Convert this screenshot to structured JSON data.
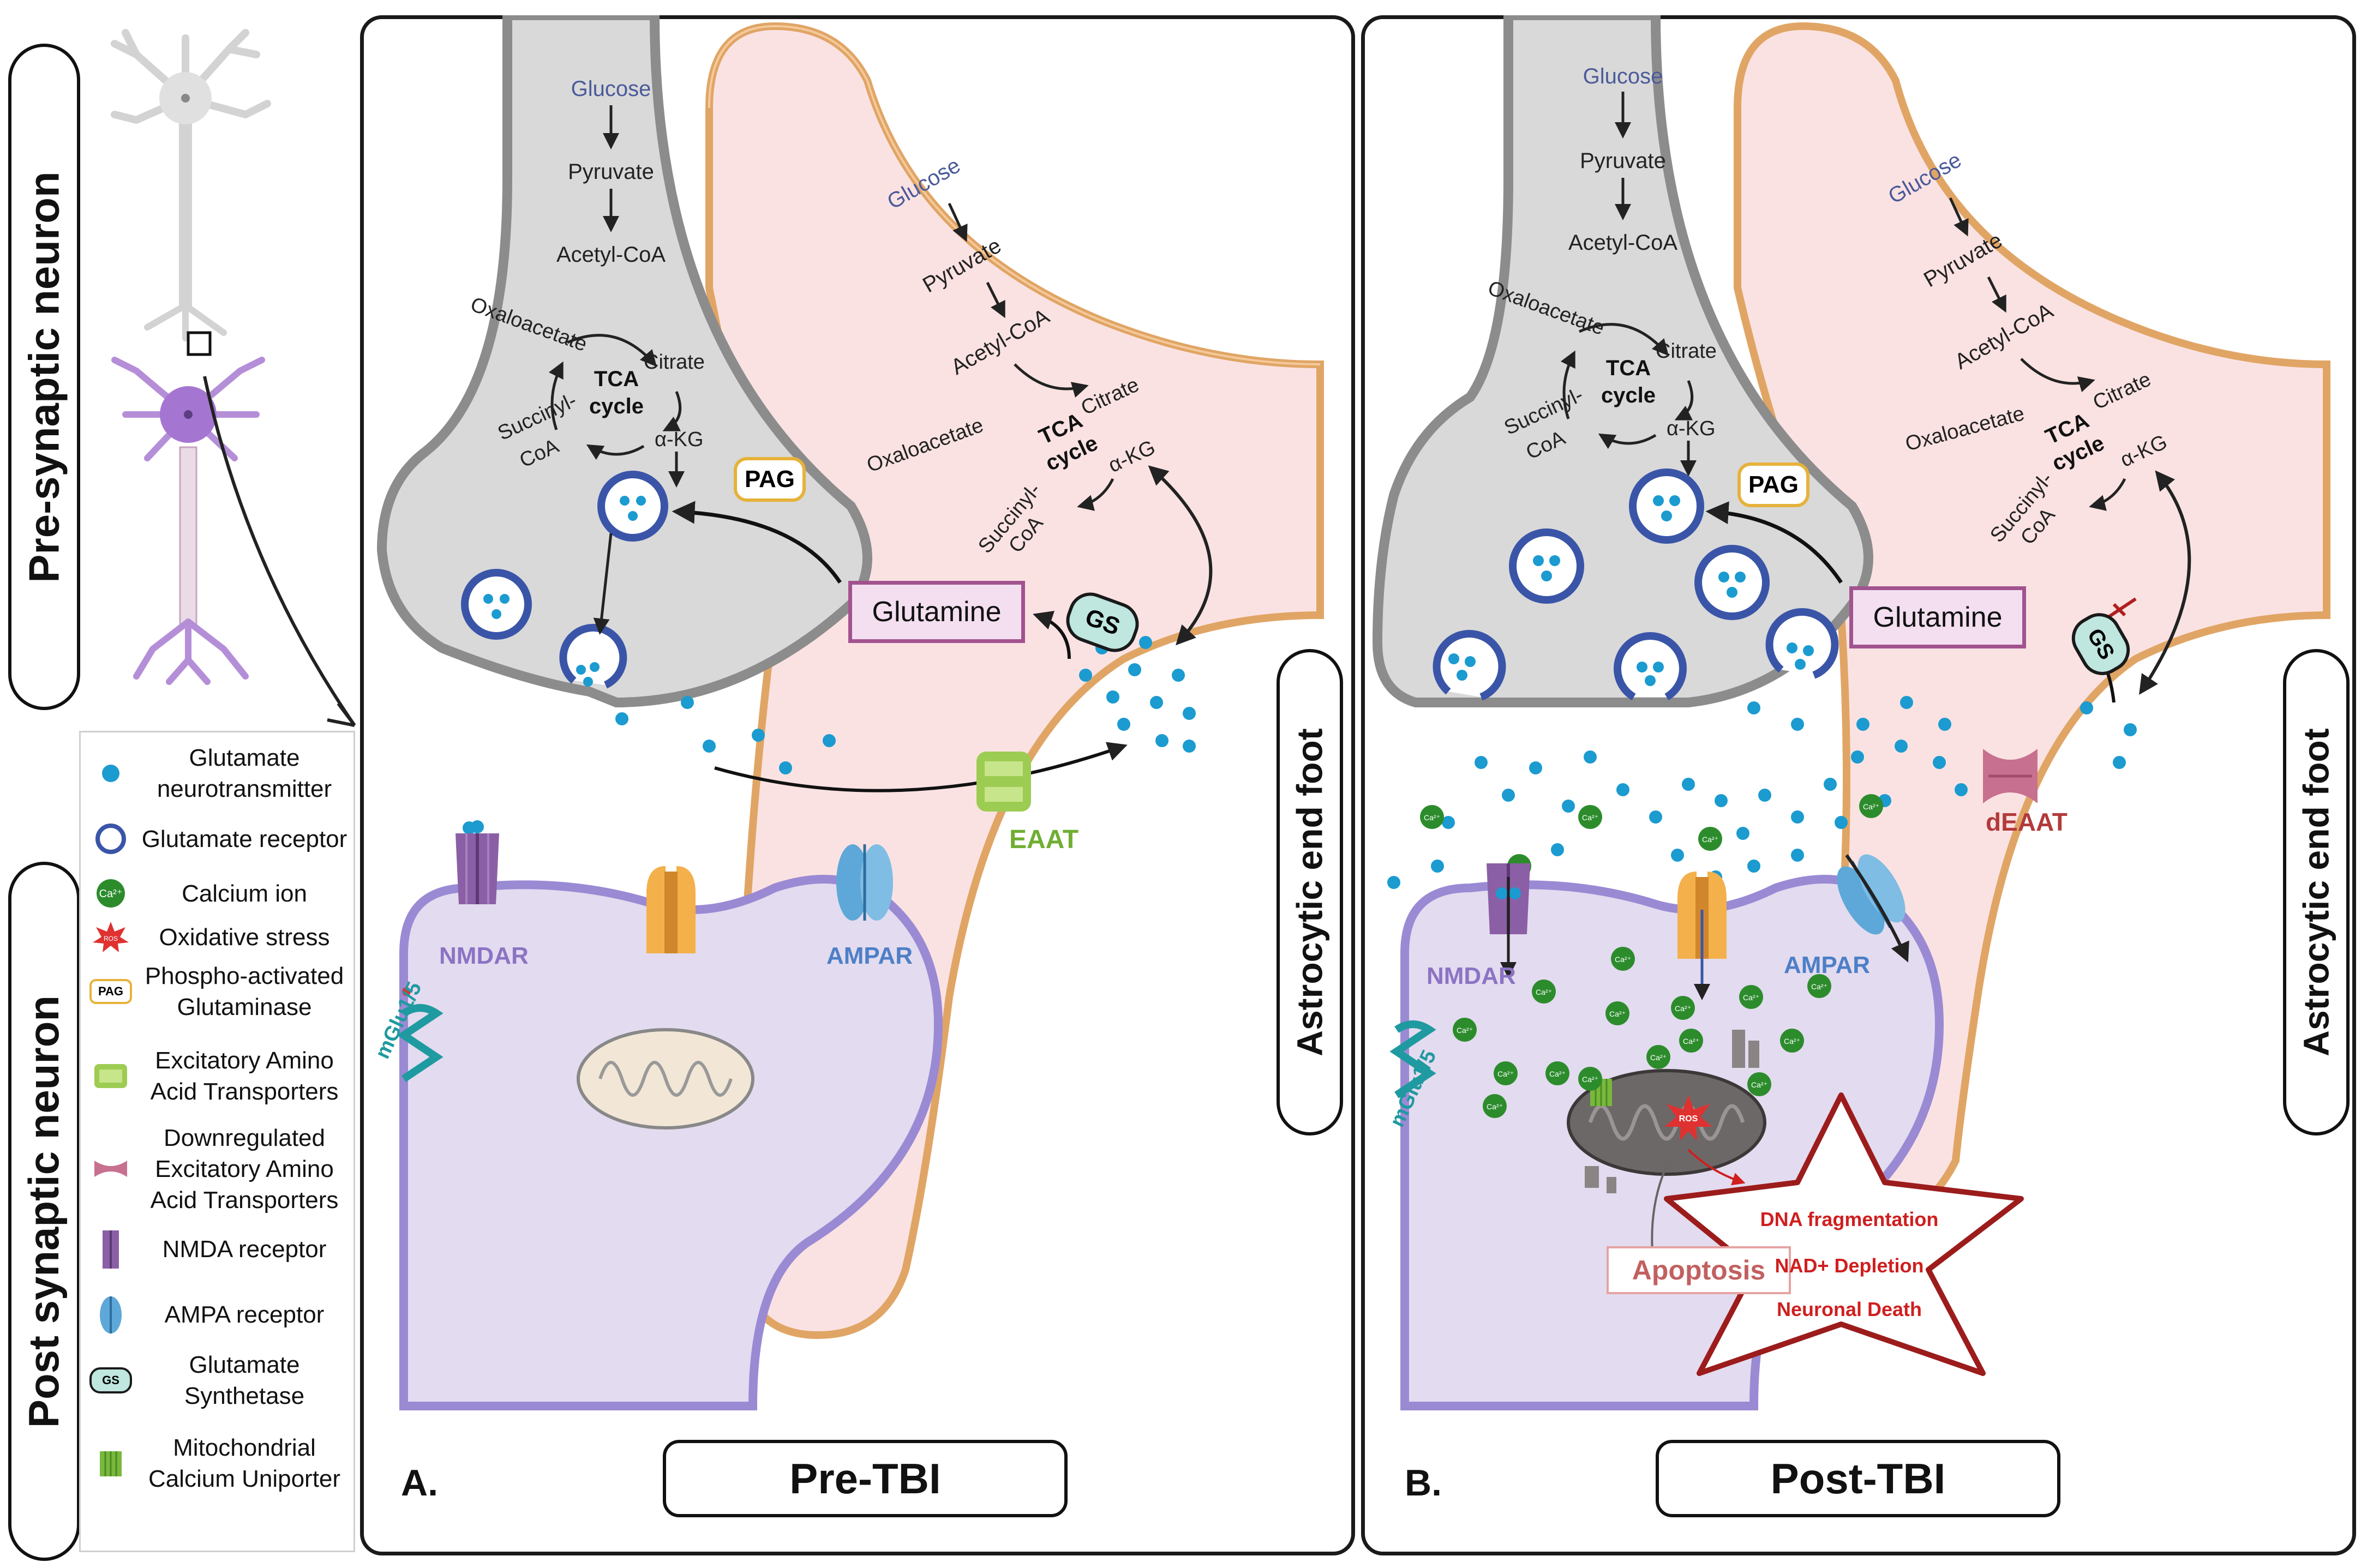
{
  "side_labels": {
    "pre_synaptic": "Pre-synaptic neuron",
    "post_synaptic": "Post synaptic neuron"
  },
  "legend": [
    {
      "icon": "glutamate-dot",
      "text": "Glutamate neurotransmitter"
    },
    {
      "icon": "receptor-ring",
      "text": "Glutamate receptor"
    },
    {
      "icon": "calcium-ion",
      "icon_text": "Ca²⁺",
      "text": "Calcium ion"
    },
    {
      "icon": "oxidative-star",
      "icon_text": "ROS",
      "text": "Oxidative stress"
    },
    {
      "icon": "pag-badge",
      "icon_text": "PAG",
      "text": "Phospho-activated Glutaminase"
    },
    {
      "icon": "eaat-transporter",
      "text": "Excitatory Amino Acid Transporters"
    },
    {
      "icon": "deaat-transporter",
      "text": "Downregulated Excitatory Amino Acid Transporters"
    },
    {
      "icon": "nmda-receptor",
      "text": "NMDA receptor"
    },
    {
      "icon": "ampa-receptor",
      "text": "AMPA receptor"
    },
    {
      "icon": "gs-badge",
      "icon_text": "GS",
      "text": "Glutamate Synthetase"
    },
    {
      "icon": "mcu-channel",
      "text": "Mitochondrial Calcium Uniporter"
    }
  ],
  "panel_a": {
    "letter": "A.",
    "title": "Pre-TBI",
    "astro_label": "Astrocytic end foot",
    "neuron_pathway": {
      "glucose": "Glucose",
      "pyruvate": "Pyruvate",
      "acetyl": "Acetyl-CoA",
      "oxalo": "Oxaloacetate",
      "citrate": "Citrate",
      "tca1": "TCA",
      "tca2": "cycle",
      "succinyl1": "Succinyl-",
      "succinyl2": "CoA",
      "akg": "α-KG"
    },
    "astro_pathway": {
      "glucose": "Glucose",
      "pyruvate": "Pyruvate",
      "acetyl": "Acetyl-CoA",
      "oxalo": "Oxaloacetate",
      "citrate": "Citrate",
      "tca1": "TCA",
      "tca2": "cycle",
      "succinyl1": "Succinyl-",
      "succinyl2": "CoA",
      "akg": "α-KG"
    },
    "pag": "PAG",
    "glutamine": "Glutamine",
    "gs": "GS",
    "eaat": "EAAT",
    "nmdar": "NMDAR",
    "ampar": "AMPAR",
    "mglu": "mGlu1/5"
  },
  "panel_b": {
    "letter": "B.",
    "title": "Post-TBI",
    "astro_label": "Astrocytic end foot",
    "neuron_pathway": {
      "glucose": "Glucose",
      "pyruvate": "Pyruvate",
      "acetyl": "Acetyl-CoA",
      "oxalo": "Oxaloacetate",
      "citrate": "Citrate",
      "tca1": "TCA",
      "tca2": "cycle",
      "succinyl1": "Succinyl-",
      "succinyl2": "CoA",
      "akg": "α-KG"
    },
    "astro_pathway": {
      "glucose": "Glucose",
      "pyruvate": "Pyruvate",
      "acetyl": "Acetyl-CoA",
      "oxalo": "Oxaloacetate",
      "citrate": "Citrate",
      "tca1": "TCA",
      "tca2": "cycle",
      "succinyl1": "Succinyl-",
      "succinyl2": "CoA",
      "akg": "α-KG"
    },
    "pag": "PAG",
    "glutamine": "Glutamine",
    "gs": "GS",
    "deaat": "dEAAT",
    "nmdar": "NMDAR",
    "ampar": "AMPAR",
    "mglu": "mGlu1/5",
    "ros": "ROS",
    "ca_label": "Ca²⁺",
    "apoptosis": "Apoptosis",
    "outcomes": [
      "DNA fragmentation",
      "NAD+ Depletion",
      "Neuronal Death"
    ]
  },
  "colors": {
    "neuron_gray": "#d9d9d9",
    "neuron_gray_border": "#8c8c8c",
    "astro_pink": "#fbe2e2",
    "astro_border": "#e0a565",
    "post_purple": "#e3dbef",
    "post_border": "#9a8ad4",
    "glutamate": "#1b9bd0",
    "vesicle_ring": "#3a55a8",
    "calcium": "#2c8c2c",
    "eaat": "#9dcc53",
    "deaat": "#c7708f",
    "nmda": "#8b5fa6",
    "ampa": "#5da8d8",
    "red_text": "#cf1f1f",
    "nmdar_label": "#8b73c4",
    "ampar_label": "#4d7fc7",
    "eaat_label": "#6fae32",
    "mglu_label": "#1f9aa0"
  }
}
